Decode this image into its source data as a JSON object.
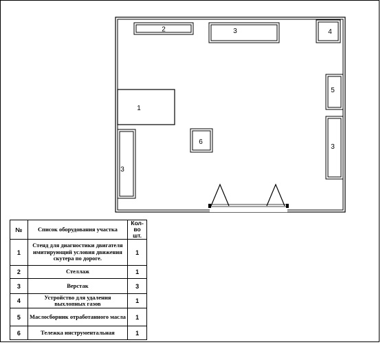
{
  "plan": {
    "equipment_labels": {
      "shelf_top": "2",
      "workbench_top": "3",
      "exhaust_device": "4",
      "oil_collector": "5",
      "diagnostic_stand": "1",
      "tool_trolley": "6",
      "workbench_left": "3",
      "workbench_right": "3"
    }
  },
  "table": {
    "headers": {
      "number": "№",
      "name": "Список оборудования участка",
      "qty": "Кол-во шт."
    },
    "rows": [
      {
        "number": "1",
        "name": "Стенд для диагностики двигателя имитирующий условия движения скутера по дороге.",
        "qty": "1"
      },
      {
        "number": "2",
        "name": "Стеллаж",
        "qty": "1"
      },
      {
        "number": "3",
        "name": "Верстак",
        "qty": "3"
      },
      {
        "number": "4",
        "name": "Устройство для удаления выхлопных газов",
        "qty": "1"
      },
      {
        "number": "5",
        "name": "Маслосборник отработанного масла",
        "qty": "1"
      },
      {
        "number": "6",
        "name": "Тележка инструментальная",
        "qty": "1"
      }
    ]
  }
}
